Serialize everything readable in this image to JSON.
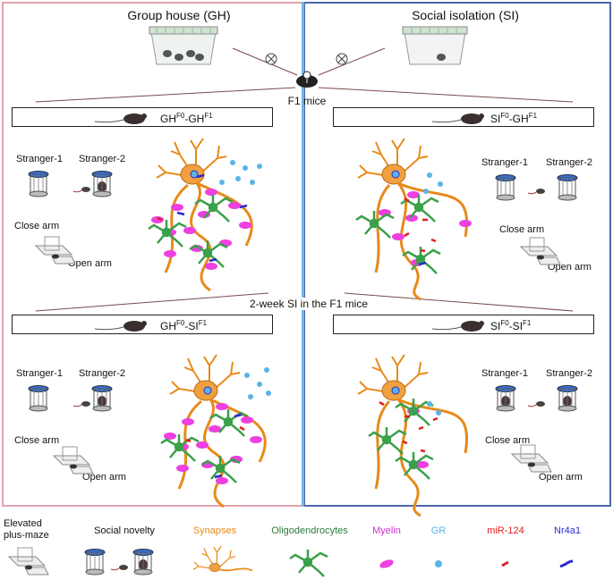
{
  "headers": {
    "left": "Group house (GH)",
    "right": "Social isolation (SI)"
  },
  "f1_label": "F1 mice",
  "si_label": "2-week SI in the F1 mice",
  "boxes": {
    "tl": {
      "pre": "GH",
      "sup1": "F0",
      "mid": "-GH",
      "sup2": "F1"
    },
    "tr": {
      "pre": "SI",
      "sup1": "F0",
      "mid": "-GH",
      "sup2": "F1"
    },
    "bl": {
      "pre": "GH",
      "sup1": "F0",
      "mid": "-SI",
      "sup2": "F1"
    },
    "br": {
      "pre": "SI",
      "sup1": "F0",
      "mid": "-SI",
      "sup2": "F1"
    }
  },
  "test_labels": {
    "stranger1": "Stranger-1",
    "stranger2": "Stranger-2",
    "close_arm": "Close arm",
    "open_arm": "Open arm"
  },
  "legend": {
    "epm_line1": "Elevated",
    "epm_line2": "plus-maze",
    "social_novelty": "Social novelty",
    "synapses": "Synapses",
    "oligodendrocytes": "Oligodendrocytes",
    "myelin": "Myelin",
    "gr": "GR",
    "mir124": "miR-124",
    "nr4a1": "Nr4a1"
  },
  "colors": {
    "left_border": "#e2a3ae",
    "right_border": "#4a68a8",
    "divider": "#6fb7e2",
    "neuron": "#e88a1a",
    "oligo": "#3aa04a",
    "myelin": "#ee3fe0",
    "gr": "#5ab4e8",
    "mir124": "#e02020",
    "nr4a1": "#2a2ad0"
  }
}
